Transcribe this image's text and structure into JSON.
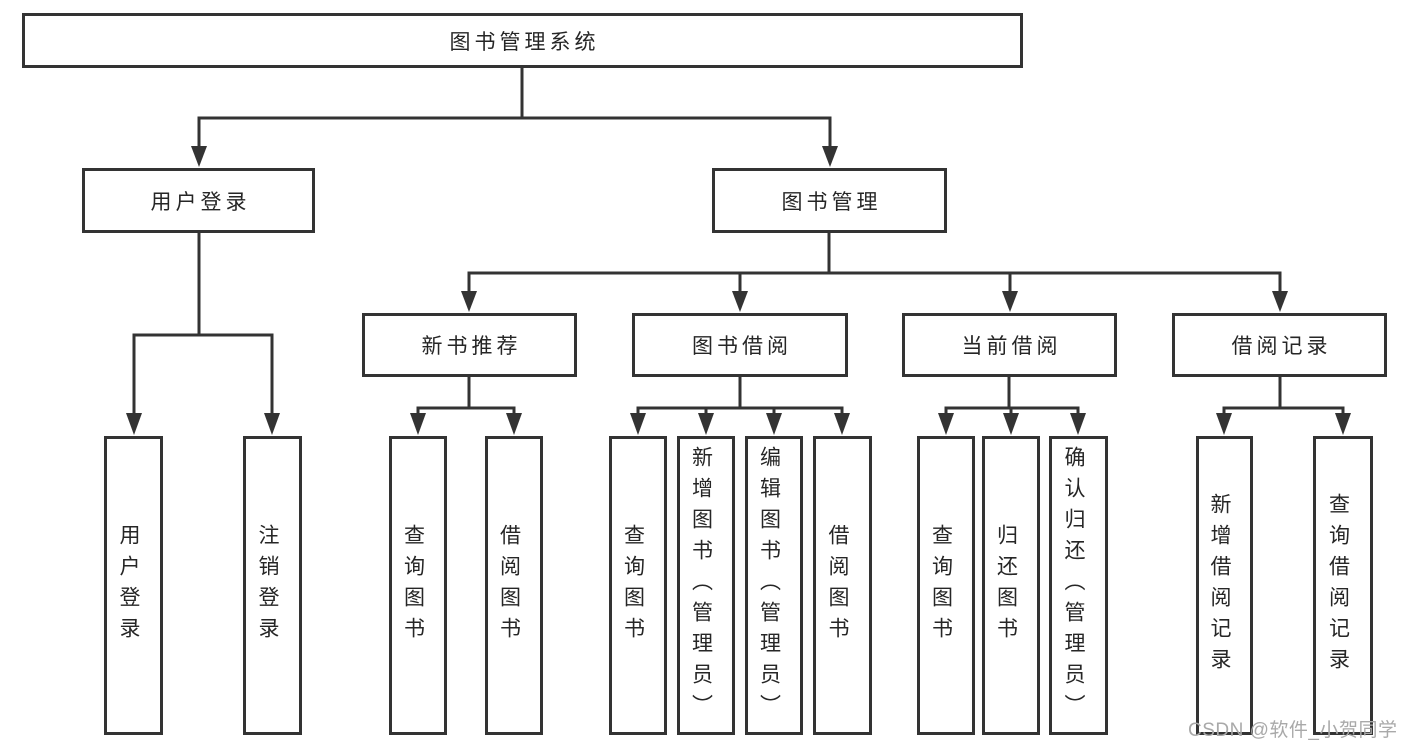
{
  "tree": {
    "root": {
      "label": "图书管理系统"
    },
    "user_login": {
      "label": "用户登录",
      "children": [
        {
          "label": "用户登录"
        },
        {
          "label": "注销登录"
        }
      ]
    },
    "book_mgmt": {
      "label": "图书管理",
      "branches": [
        {
          "label": "新书推荐",
          "children": [
            {
              "label": "查询图书"
            },
            {
              "label": "借阅图书"
            }
          ]
        },
        {
          "label": "图书借阅",
          "children": [
            {
              "label": "查询图书"
            },
            {
              "label": "新增图书（管理员）"
            },
            {
              "label": "编辑图书（管理员）"
            },
            {
              "label": "借阅图书"
            }
          ]
        },
        {
          "label": "当前借阅",
          "children": [
            {
              "label": "查询图书"
            },
            {
              "label": "归还图书"
            },
            {
              "label": "确认归还（管理员）"
            }
          ]
        },
        {
          "label": "借阅记录",
          "children": [
            {
              "label": "新增借阅记录"
            },
            {
              "label": "查询借阅记录"
            }
          ]
        }
      ]
    }
  },
  "watermark": {
    "text": "CSDN @软件_小贺同学"
  },
  "colors": {
    "line": "#333333",
    "text": "#262626",
    "watermark": "#a9a9a9",
    "background": "#ffffff"
  }
}
